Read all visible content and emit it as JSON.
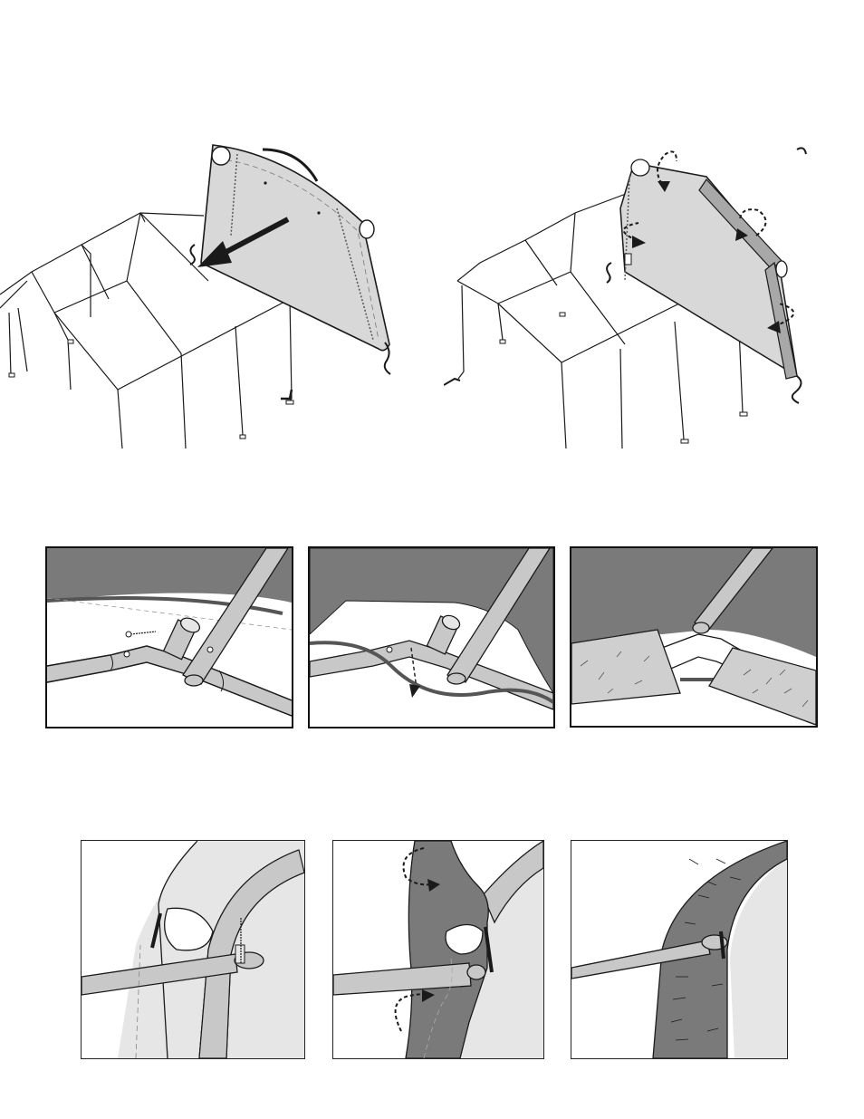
{
  "page": {
    "background": "#ffffff"
  },
  "palette": {
    "cover_gray": "#d8d8d8",
    "dark_gray": "#7a7a7a",
    "mid_gray": "#a8a8a8",
    "pipe_gray": "#c8c8c8",
    "outline": "#1a1a1a",
    "sleeve_gray": "#cfcfcf"
  },
  "figures": {
    "top": [
      {
        "id": "frame-cover-placement",
        "arrow": "insert-direction-arrow"
      },
      {
        "id": "frame-cover-strapping",
        "arrows": [
          "curved-arrow",
          "curved-arrow",
          "curved-arrow",
          "curved-arrow"
        ]
      }
    ],
    "middle": [
      {
        "id": "rafter-pin-detail"
      },
      {
        "id": "cable-routing-detail"
      },
      {
        "id": "sleeve-wrapped-detail"
      }
    ],
    "bottom": [
      {
        "id": "end-flap-bracket-detail"
      },
      {
        "id": "end-flap-folding-detail"
      },
      {
        "id": "end-flap-finished-detail"
      }
    ]
  }
}
